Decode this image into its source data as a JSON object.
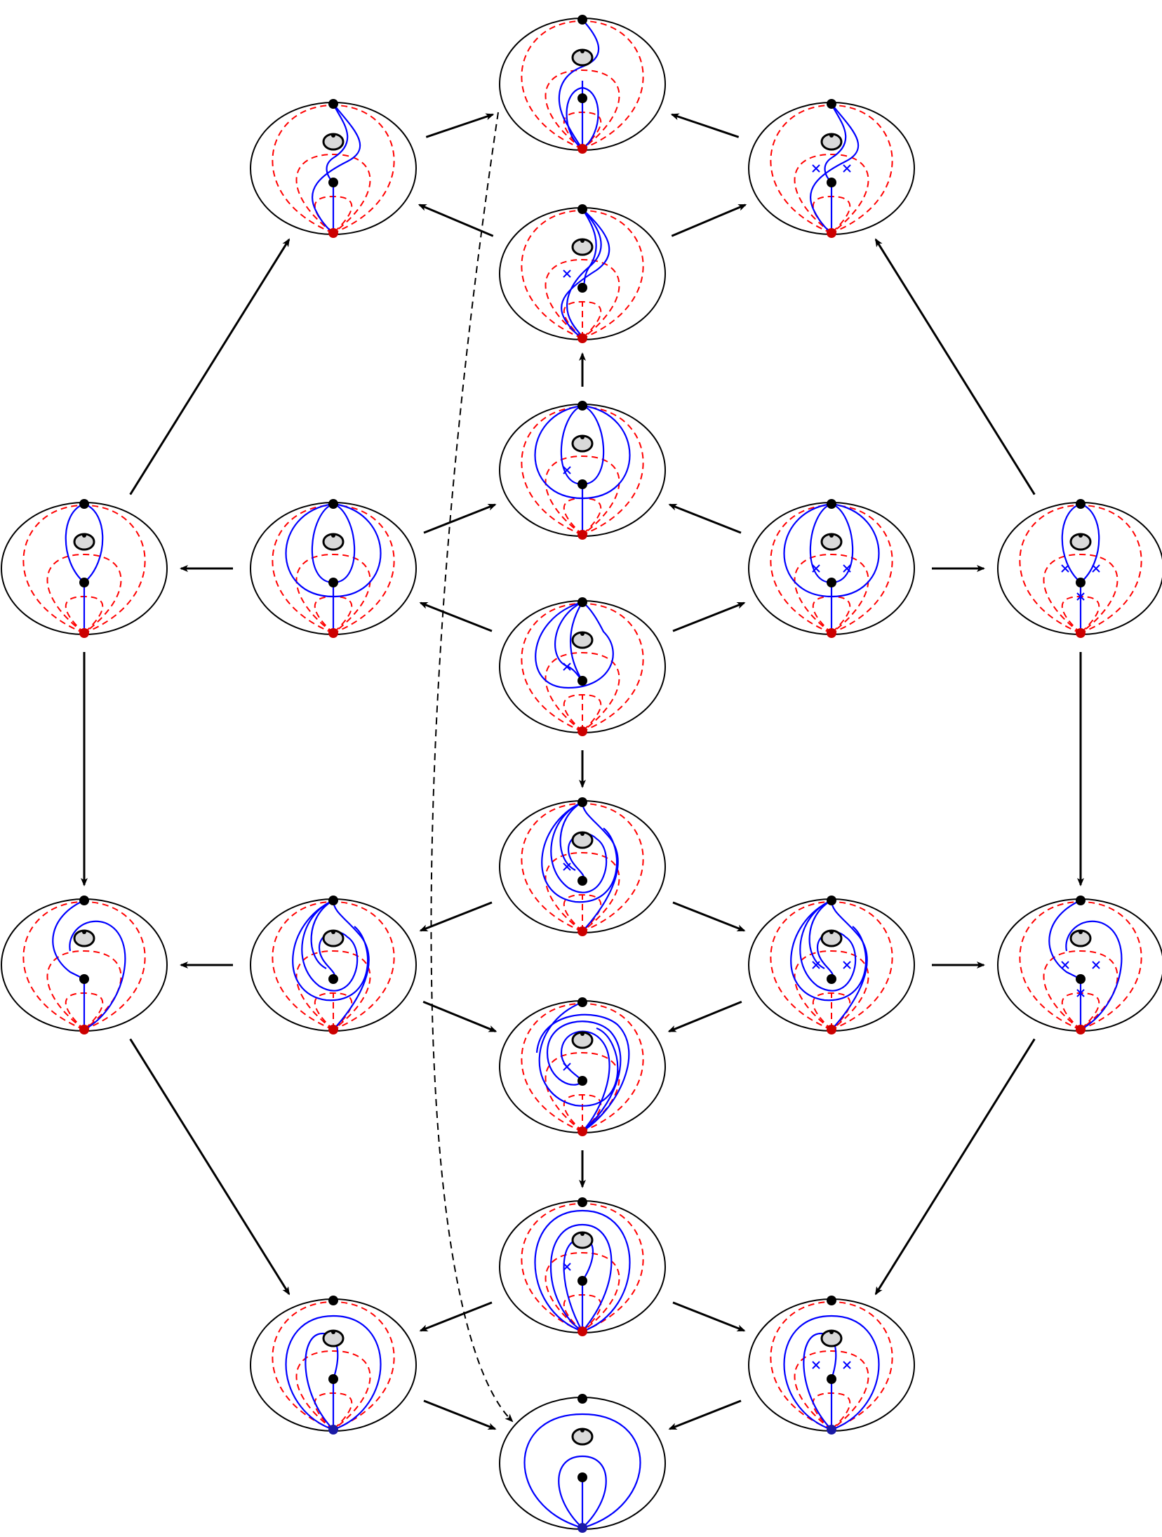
{
  "panels": [
    {
      "id": "t",
      "variant": "top",
      "crosses": 0
    },
    {
      "id": "ul",
      "variant": "s-single",
      "crosses": 0
    },
    {
      "id": "ur",
      "variant": "s-single",
      "crosses": 2
    },
    {
      "id": "u2",
      "variant": "s-triple",
      "crosses": 1
    },
    {
      "id": "m1",
      "variant": "loop-wide",
      "crosses": 1
    },
    {
      "id": "lm",
      "variant": "loop-wide",
      "crosses": 0
    },
    {
      "id": "rm",
      "variant": "loop-wide",
      "crosses": 2
    },
    {
      "id": "ll",
      "variant": "loop-narrow",
      "crosses": 0
    },
    {
      "id": "rr",
      "variant": "loop-narrow",
      "crosses": 3
    },
    {
      "id": "c",
      "variant": "loop-mid",
      "crosses": 1
    },
    {
      "id": "m2",
      "variant": "spiral",
      "crosses": 1
    },
    {
      "id": "lb",
      "variant": "spiral",
      "crosses": 0
    },
    {
      "id": "rb",
      "variant": "spiral",
      "crosses": 2
    },
    {
      "id": "ll2",
      "variant": "hook",
      "crosses": 0
    },
    {
      "id": "rr2",
      "variant": "hook",
      "crosses": 3
    },
    {
      "id": "m3",
      "variant": "spiral-dense",
      "crosses": 1
    },
    {
      "id": "m4",
      "variant": "bulb",
      "crosses": 1
    },
    {
      "id": "bl",
      "variant": "bulb-small",
      "crosses": 0
    },
    {
      "id": "br",
      "variant": "bulb-small",
      "crosses": 2
    },
    {
      "id": "b",
      "variant": "bottom",
      "crosses": 0
    }
  ],
  "arrows": [
    {
      "from": "ul",
      "to": "t"
    },
    {
      "from": "ur",
      "to": "t"
    },
    {
      "from": "u2",
      "to": "ul"
    },
    {
      "from": "u2",
      "to": "ur"
    },
    {
      "from": "m1",
      "to": "u2"
    },
    {
      "from": "lm",
      "to": "m1"
    },
    {
      "from": "rm",
      "to": "m1"
    },
    {
      "from": "ll",
      "to": "ul"
    },
    {
      "from": "rr",
      "to": "ur"
    },
    {
      "from": "lm",
      "to": "ll"
    },
    {
      "from": "rm",
      "to": "rr"
    },
    {
      "from": "c",
      "to": "lm"
    },
    {
      "from": "c",
      "to": "rm"
    },
    {
      "from": "c",
      "to": "m2"
    },
    {
      "from": "ll",
      "to": "ll2"
    },
    {
      "from": "rr",
      "to": "rr2"
    },
    {
      "from": "m2",
      "to": "lb"
    },
    {
      "from": "m2",
      "to": "rb"
    },
    {
      "from": "lb",
      "to": "ll2"
    },
    {
      "from": "rb",
      "to": "rr2"
    },
    {
      "from": "lb",
      "to": "m3"
    },
    {
      "from": "rb",
      "to": "m3"
    },
    {
      "from": "m3",
      "to": "m4"
    },
    {
      "from": "ll2",
      "to": "bl"
    },
    {
      "from": "rr2",
      "to": "br"
    },
    {
      "from": "m4",
      "to": "bl"
    },
    {
      "from": "m4",
      "to": "br"
    },
    {
      "from": "bl",
      "to": "b"
    },
    {
      "from": "br",
      "to": "b"
    }
  ],
  "dashed_arrow": {
    "from": "t",
    "to": "b"
  }
}
